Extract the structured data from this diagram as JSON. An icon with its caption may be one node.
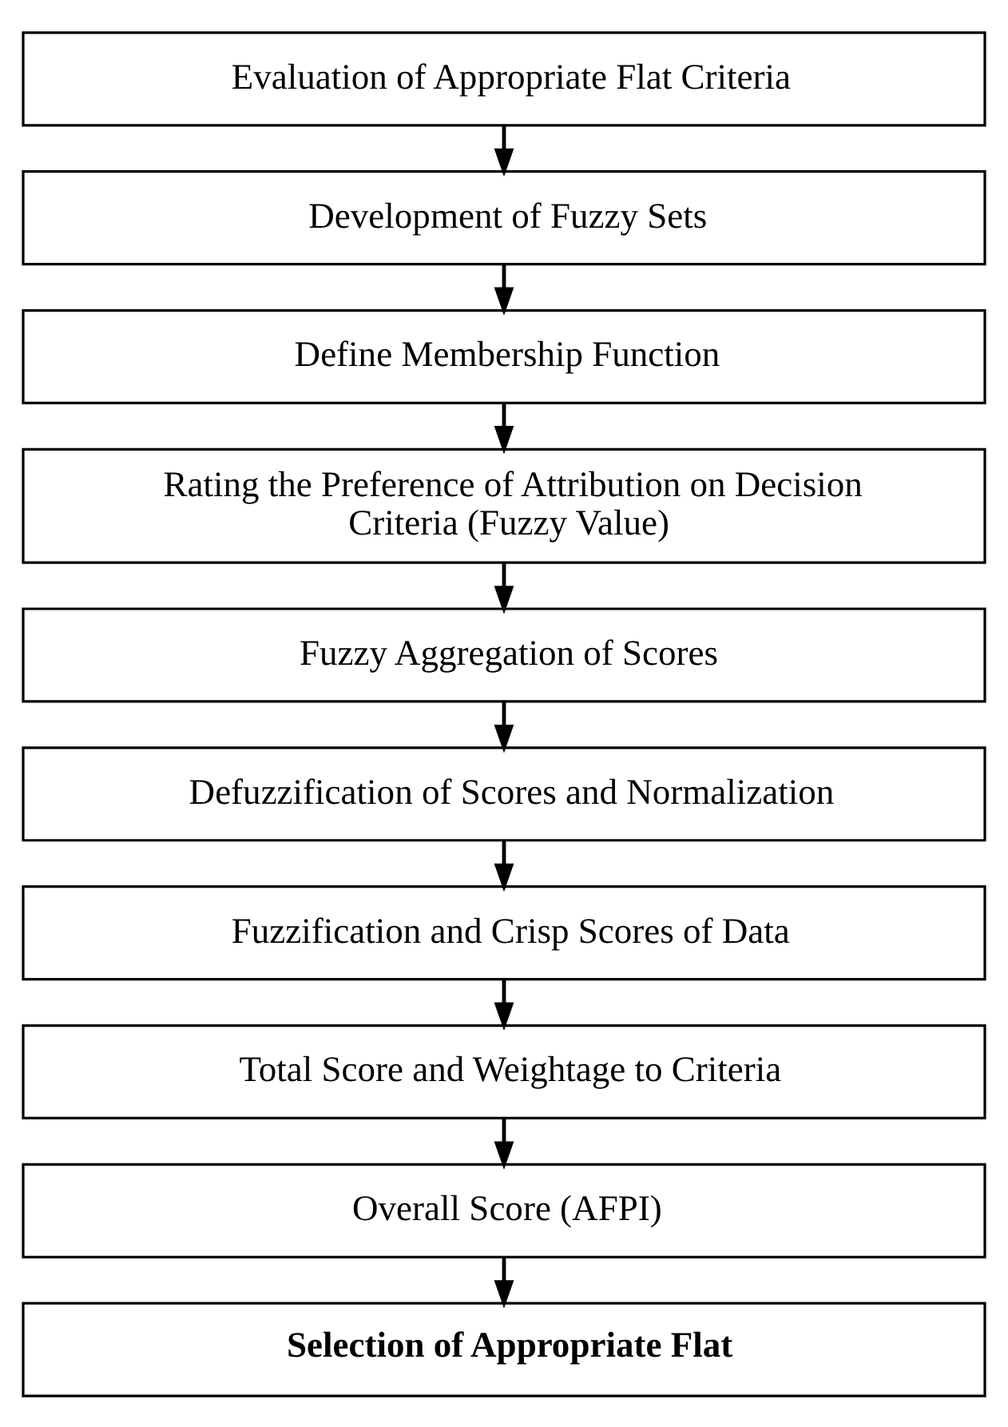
{
  "diagram": {
    "nodes": [
      {
        "text": [
          "Evaluation of Appropriate Flat Criteria"
        ]
      },
      {
        "text": [
          "Development of Fuzzy Sets"
        ]
      },
      {
        "text": [
          "Define Membership Function"
        ]
      },
      {
        "text": [
          "Rating the Preference of Attribution on Decision Criteria (Fuzzy Value)"
        ]
      },
      {
        "text": [
          "Fuzzy Aggregation of Scores"
        ]
      },
      {
        "text": [
          "Defuzzification of Scores and Normalization"
        ]
      },
      {
        "text": [
          "Fuzzification and Crisp Scores of Data"
        ]
      },
      {
        "text": [
          "Total Score and Weightage to Criteria"
        ]
      },
      {
        "text": [
          "Overall Score (AFPI)"
        ]
      },
      {
        "text": [
          "Selection of Appropriate Flat"
        ]
      }
    ],
    "edges": [
      {
        "from": 0,
        "to": 1,
        "arrow": "to"
      },
      {
        "from": 1,
        "to": 2,
        "arrow": "to"
      },
      {
        "from": 2,
        "to": 3,
        "arrow": "to"
      },
      {
        "from": 3,
        "to": 4,
        "arrow": "to"
      },
      {
        "from": 4,
        "to": 5,
        "arrow": "to"
      },
      {
        "from": 5,
        "to": 6,
        "arrow": "to"
      },
      {
        "from": 6,
        "to": 7,
        "arrow": "to"
      },
      {
        "from": 7,
        "to": 8,
        "arrow": "to"
      },
      {
        "from": 8,
        "to": 9,
        "arrow": "to"
      }
    ]
  }
}
